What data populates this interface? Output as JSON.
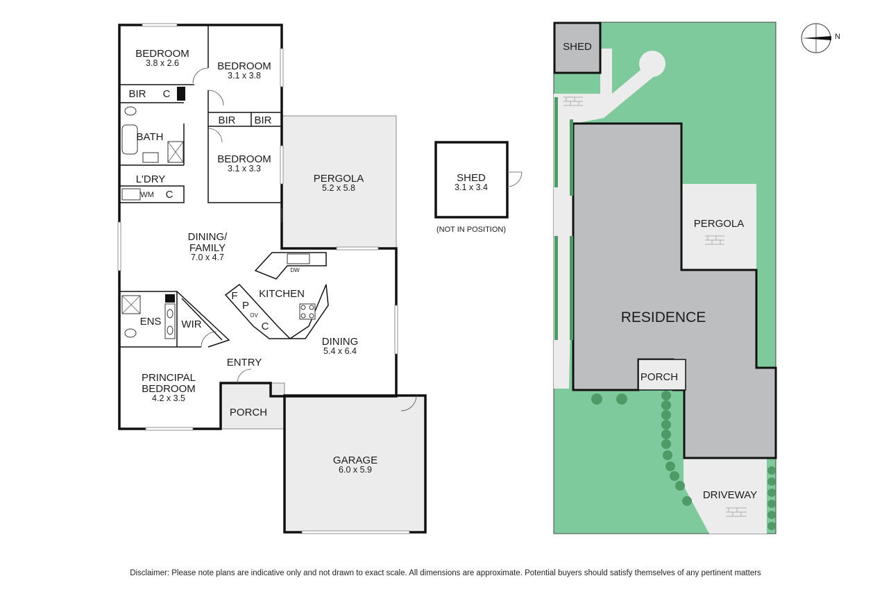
{
  "floor_plan": {
    "rooms": {
      "bedroom_1": {
        "name": "BEDROOM",
        "size": "3.8 x 2.6"
      },
      "bedroom_2": {
        "name": "BEDROOM",
        "size": "3.1 x 3.8"
      },
      "bedroom_3": {
        "name": "BEDROOM",
        "size": "3.1 x 3.3"
      },
      "bir_1": "BIR",
      "c_1": "C",
      "bir_2": "BIR",
      "bir_3": "BIR",
      "bath": "BATH",
      "laundry": "L'DRY",
      "wm": "WM",
      "c_2": "C",
      "pergola": {
        "name": "PERGOLA",
        "size": "5.2 x 5.8"
      },
      "dining_family": {
        "name1": "DINING/",
        "name2": "FAMILY",
        "size": "7.0 x 4.7"
      },
      "kitchen": "KITCHEN",
      "dw": "DW",
      "f": "F",
      "p": "P",
      "ov": "OV",
      "c_3": "C",
      "ens": "ENS",
      "wir": "WIR",
      "entry": "ENTRY",
      "dining": {
        "name": "DINING",
        "size": "5.4 x 6.4"
      },
      "principal": {
        "name1": "PRINCIPAL",
        "name2": "BEDROOM",
        "size": "4.2 x 3.5"
      },
      "porch": "PORCH",
      "garage": {
        "name": "GARAGE",
        "size": "6.0 x 5.9"
      }
    },
    "shed": {
      "name": "SHED",
      "size": "3.1 x 3.4",
      "note": "(NOT IN POSITION)"
    }
  },
  "site_plan": {
    "shed": "SHED",
    "pergola": "PERGOLA",
    "residence": "RESIDENCE",
    "porch": "PORCH",
    "driveway": "DRIVEWAY",
    "north": "N",
    "colors": {
      "lawn": "#7fca9c",
      "building": "#bcbec0",
      "paving": "#ececec"
    }
  },
  "disclaimer": "Disclaimer: Please note plans are indicative only and not drawn to exact scale. All dimensions are approximate. Potential buyers should satisfy themselves of any pertinent matters"
}
